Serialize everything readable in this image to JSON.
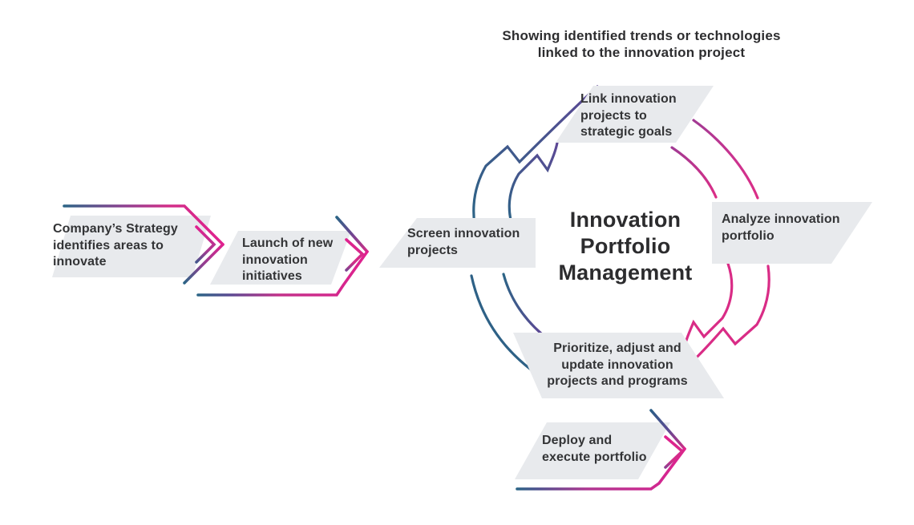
{
  "caption": "Showing identified trends or technologies\nlinked to the innovation project",
  "cycle_title": "Innovation\nPortfolio\nManagement",
  "boxes": {
    "company": {
      "label": "Company’s Strategy\nidentifies areas to\ninnovate"
    },
    "launch": {
      "label": "Launch of new\ninnovation\ninitiatives"
    },
    "screen": {
      "label": "Screen innovation\nprojects"
    },
    "link": {
      "label": "Link innovation\nprojects to\nstrategic goals"
    },
    "analyze": {
      "label": "Analyze innovation\nportfolio"
    },
    "prioritize": {
      "label": "Prioritize, adjust and\nupdate innovation\nprojects and programs"
    },
    "deploy": {
      "label": "Deploy and\nexecute portfolio"
    }
  },
  "colors": {
    "blue": "#2c6486",
    "purple": "#5b4a92",
    "pink": "#e0218f",
    "box_bg": "#e8eaed",
    "text": "#333436"
  }
}
